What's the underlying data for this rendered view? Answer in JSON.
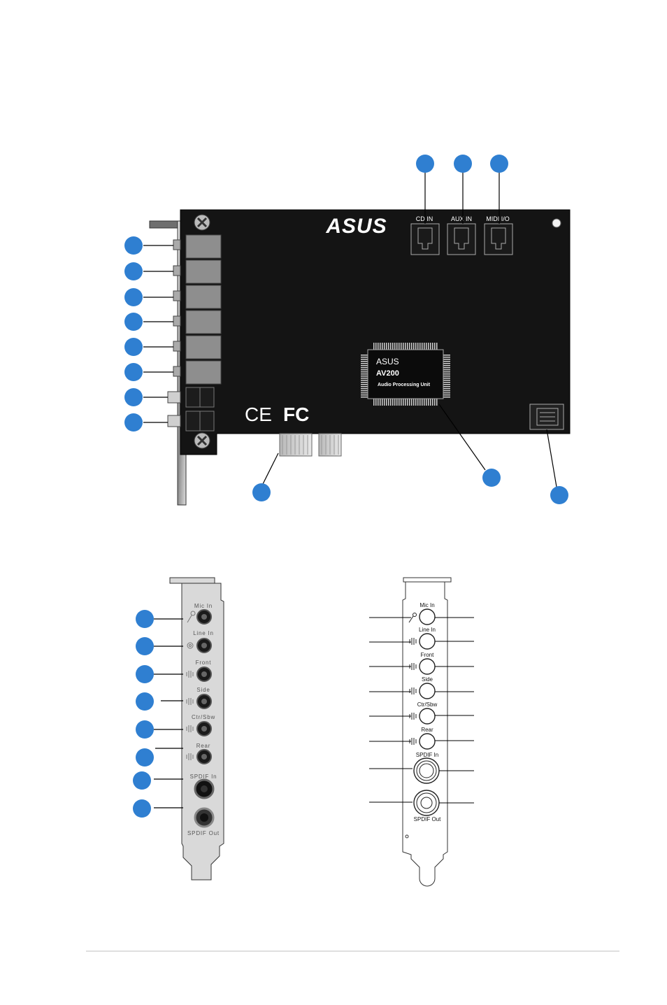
{
  "board": {
    "brand": "ASUS",
    "headers": [
      "CD IN",
      "AUX IN",
      "MIDI I/O"
    ],
    "chip": {
      "brand": "ASUS",
      "model": "AV200",
      "desc": "Audio Processing Unit"
    },
    "cert": {
      "ce": "CE",
      "fcc": "FC"
    }
  },
  "bracket_a": {
    "ports": [
      "Mic In",
      "Line In",
      "Front",
      "Side",
      "Ctr/Sbw",
      "Rear",
      "SPDIF In",
      "SPDIF Out"
    ]
  },
  "bracket_b": {
    "ports": [
      "Mic In",
      "Line In",
      "Front",
      "Side",
      "Ctr/Sbw",
      "Rear",
      "SPDIF In",
      "SPDIF Out"
    ]
  },
  "colors": {
    "callout": "#2f7fd1",
    "board": "#141414",
    "bracket_a": "#d9d9d9",
    "bracket_b": "#ffffff"
  }
}
